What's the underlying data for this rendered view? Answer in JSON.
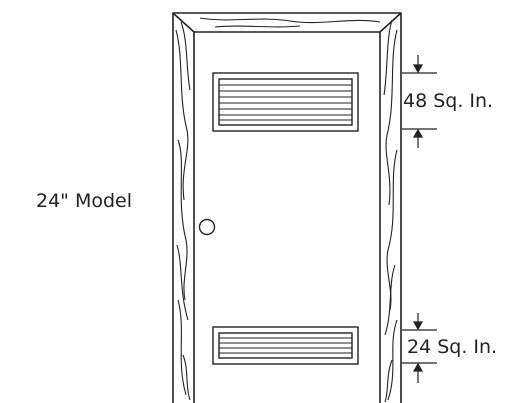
{
  "model_label": "24\" Model",
  "upper_vent_label": "48 Sq. In.",
  "lower_vent_label": "24 Sq. In.",
  "colors": {
    "line": "#222222",
    "background": "#ffffff"
  }
}
